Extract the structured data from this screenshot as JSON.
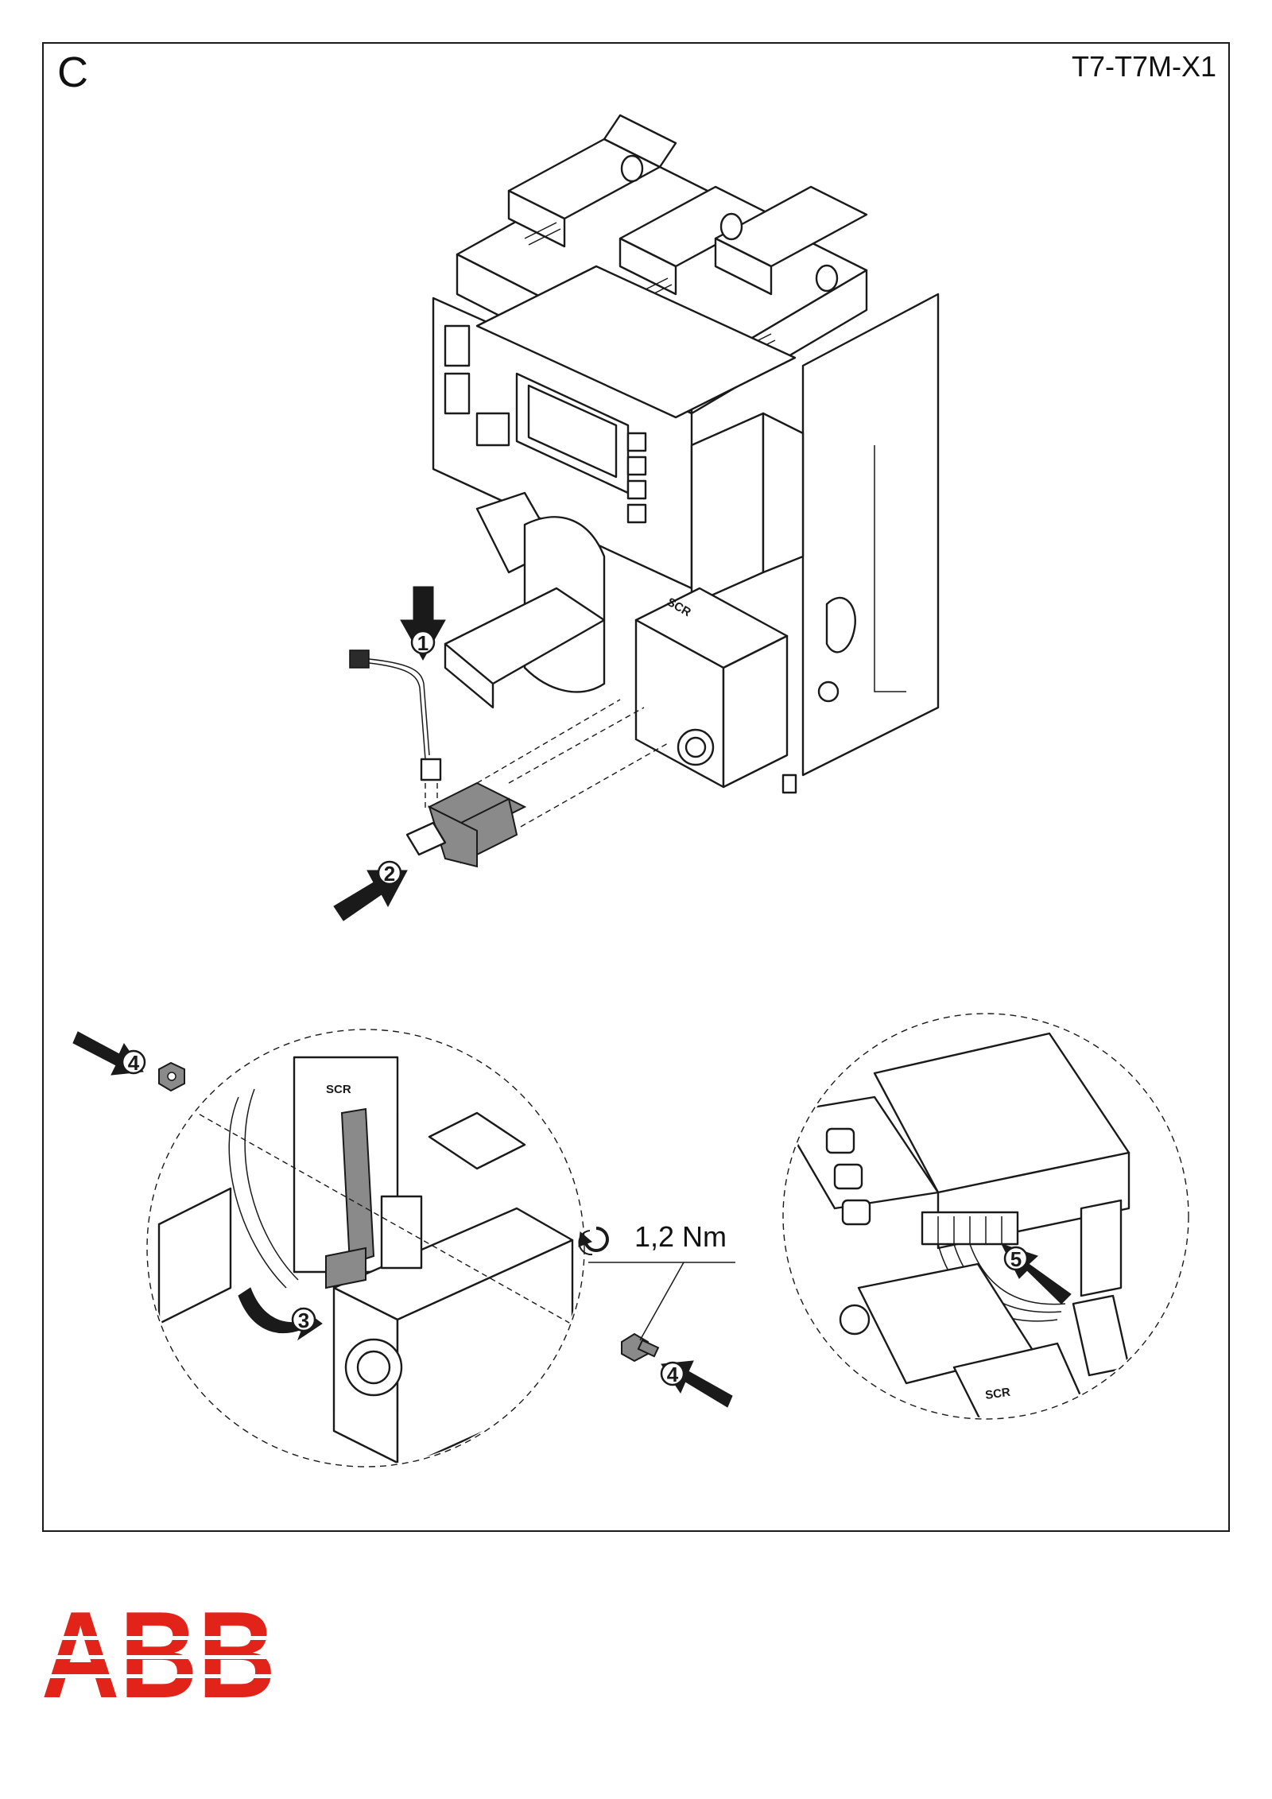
{
  "section_letter": "C",
  "model_code": "T7-T7M-X1",
  "torque": "1,2 Nm",
  "steps": [
    "1",
    "2",
    "3",
    "4",
    "4",
    "5"
  ],
  "component_label": "SCR",
  "brand": "ABB",
  "colors": {
    "brand_red": "#E2231A",
    "line": "#1A1A1A"
  },
  "icons": [
    "rotation-icon"
  ]
}
